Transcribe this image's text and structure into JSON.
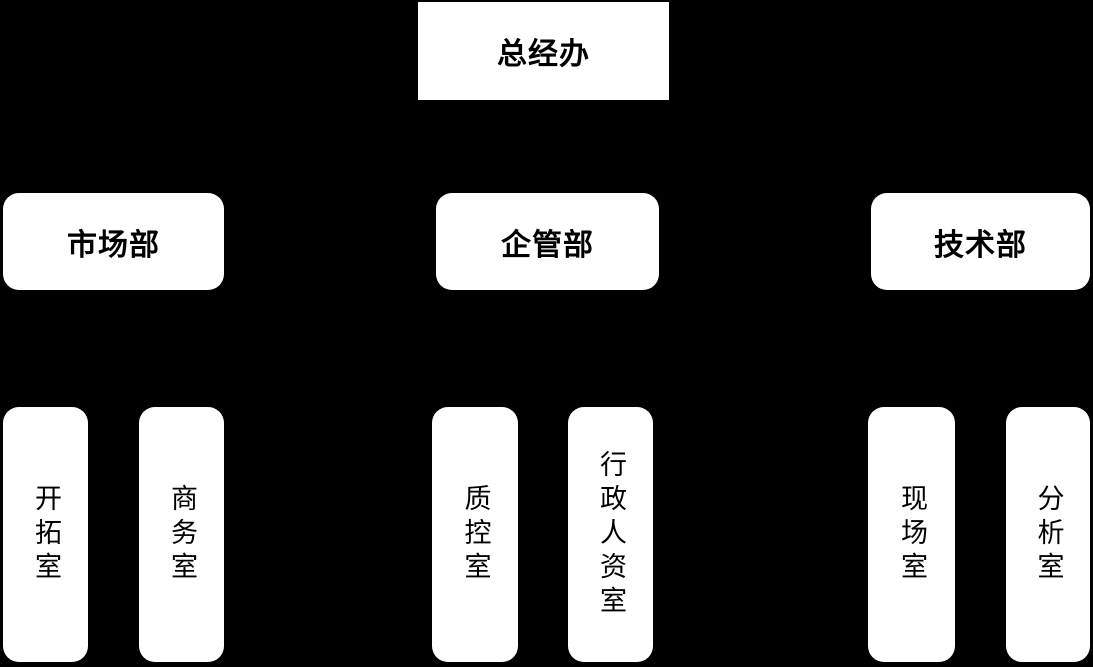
{
  "diagram": {
    "type": "org-chart",
    "colors": {
      "background": "#000000",
      "box_fill": "#ffffff",
      "text": "#000000"
    },
    "root": {
      "label": "总经办"
    },
    "departments": [
      {
        "label": "市场部",
        "offices": [
          {
            "label": "开拓室"
          },
          {
            "label": "商务室"
          }
        ]
      },
      {
        "label": "企管部",
        "offices": [
          {
            "label": "质控室"
          },
          {
            "label": "行政人资室"
          }
        ]
      },
      {
        "label": "技术部",
        "offices": [
          {
            "label": "现场室"
          },
          {
            "label": "分析室"
          }
        ]
      }
    ]
  }
}
